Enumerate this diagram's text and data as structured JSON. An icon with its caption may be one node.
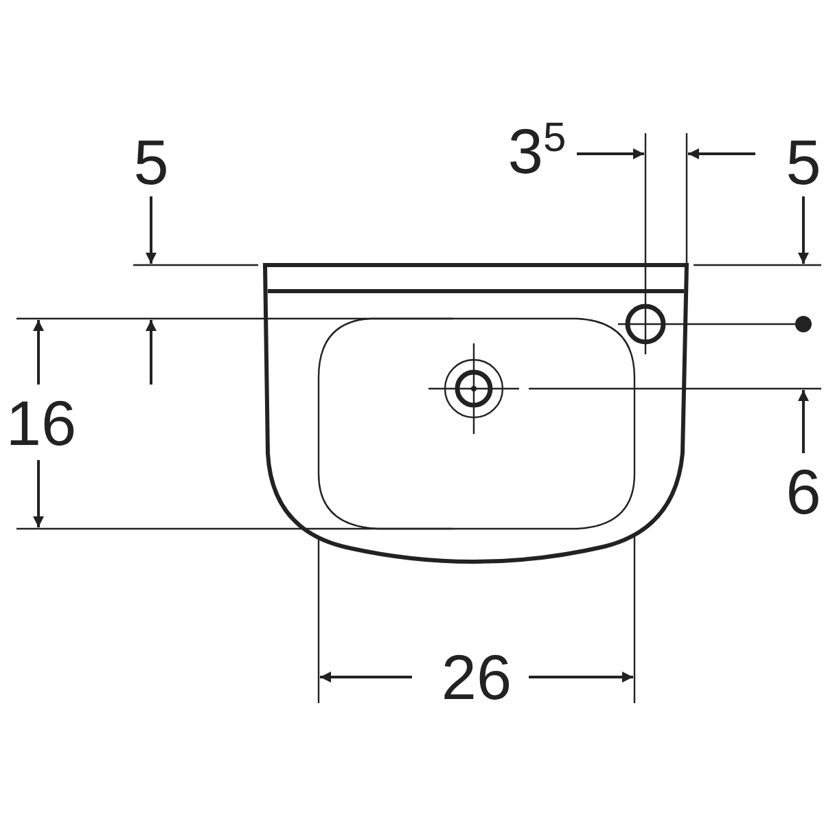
{
  "diagram": {
    "labels": [
      "5",
      "3$^{5}$",
      "5",
      "16",
      "6",
      "26"
    ]
  }
}
